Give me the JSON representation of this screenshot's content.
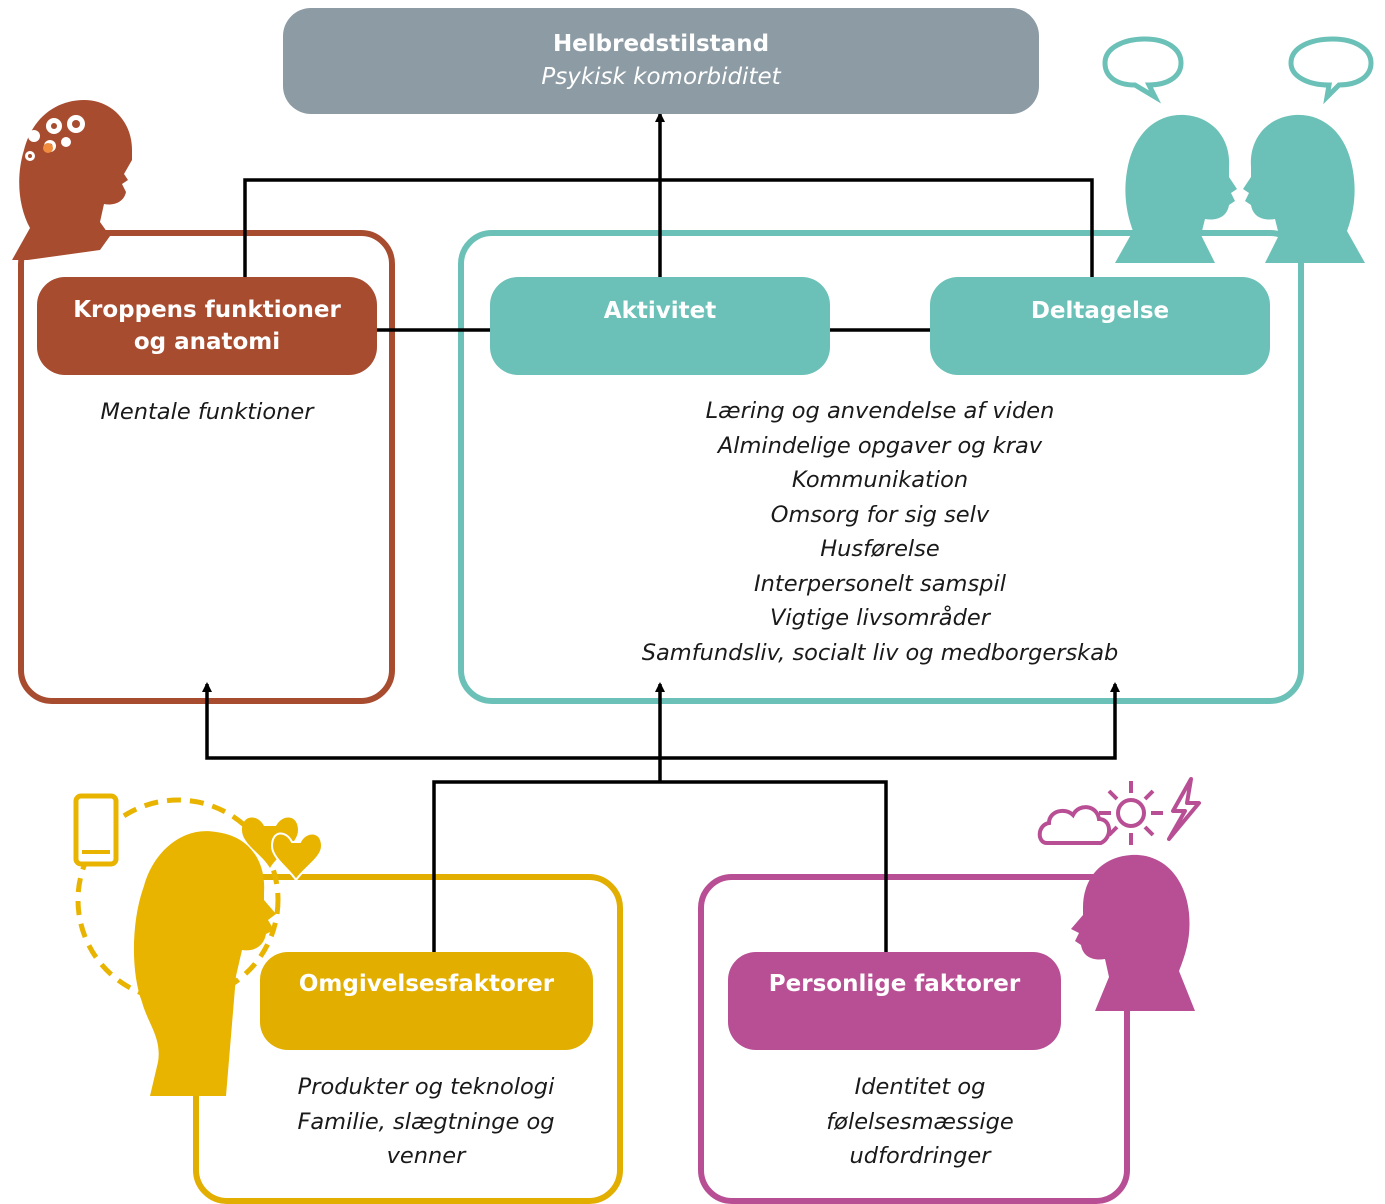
{
  "colors": {
    "grey": "#8c9ba4",
    "rust": "#a84c30",
    "teal": "#6bc1b7",
    "mustard": "#e2ae00",
    "mustard_icon": "#e8b400",
    "magenta": "#b84f95",
    "arrow": "#000000"
  },
  "health": {
    "title": "Helbredstilstand",
    "subtitle": "Psykisk komorbiditet"
  },
  "body_functions": {
    "title_line1": "Kroppens funktioner",
    "title_line2": "og anatomi",
    "items": [
      "Mentale funktioner"
    ]
  },
  "activity": {
    "title": "Aktivitet"
  },
  "participation": {
    "title": "Deltagelse"
  },
  "activity_items": [
    "Læring og anvendelse af viden",
    "Almindelige opgaver og krav",
    "Kommunikation",
    "Omsorg for sig selv",
    "Husførelse",
    "Interpersonelt samspil",
    "Vigtige livsområder",
    "Samfundsliv, socialt liv og medborgerskab"
  ],
  "environment": {
    "title": "Omgivelsesfaktorer",
    "items": [
      "Produkter og teknologi",
      "Familie, slægtninge og",
      "venner"
    ]
  },
  "personal": {
    "title": "Personlige faktorer",
    "items": [
      "Identitet og",
      "følelsesmæssige",
      "udfordringer"
    ]
  },
  "icons": [
    "brain-gears-head-icon",
    "talking-heads-icon",
    "social-head-icon",
    "weather-mood-head-icon"
  ]
}
